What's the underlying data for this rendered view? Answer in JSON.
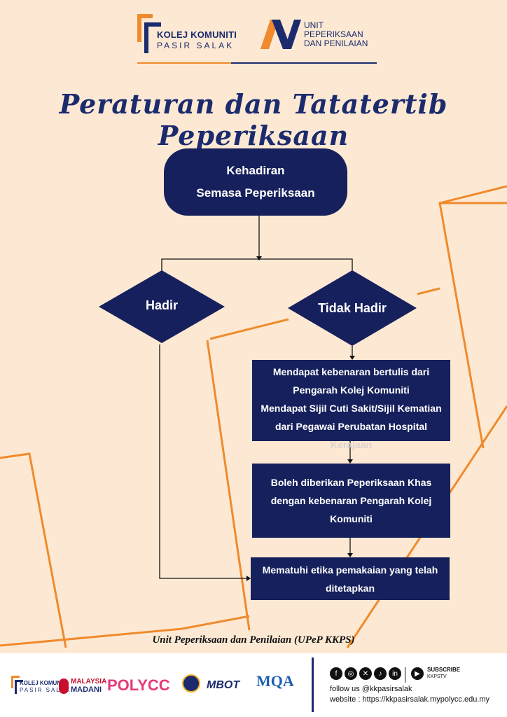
{
  "header": {
    "college_line1": "KOLEJ KOMUNITI",
    "college_line2": "PASIR SALAK",
    "unit_line1": "UNIT",
    "unit_line2": "PEPERIKSAAN",
    "unit_line3": "DAN PENILAIAN"
  },
  "title": "Peraturan dan Tatatertib Peperiksaan",
  "flowchart": {
    "start_line1": "Kehadiran",
    "start_line2": "Semasa Peperiksaan",
    "decision_present": "Hadir",
    "decision_absent": "Tidak Hadir",
    "step1_line1": "Mendapat kebenaran bertulis dari",
    "step1_line2": "Pengarah Kolej Komuniti",
    "step1_line3": "Mendapat Sijil Cuti Sakit/Sijil Kematian",
    "step1_line4": "dari Pegawai Perubatan Hospital",
    "step1_line5": "Kerajaan",
    "step2_line1": "Boleh diberikan Peperiksaan Khas",
    "step2_line2": "dengan kebenaran Pengarah Kolej",
    "step2_line3": "Komuniti",
    "step3_line1": "Mematuhi etika pemakaian yang telah",
    "step3_line2": "ditetapkan"
  },
  "footer": {
    "caption": "Unit Peperiksaan dan Penilaian (UPeP KKPS)",
    "logo_kk1": "KOLEJ KOMUNITI",
    "logo_kk2": "PASIR SALAK",
    "logo_madani1": "MALAYSIA",
    "logo_madani2": "MADANI",
    "logo_polycc": "POLYCC",
    "logo_mbot": "MBOT",
    "logo_mqa": "MQA",
    "subscribe": "SUBSCRIBE",
    "channel": "KKPSTV",
    "follow": "follow us @kkpasirsalak",
    "website": "website : https://kkpasirsalak.mypolycc.edu.my",
    "social_icons": [
      "facebook-icon",
      "instagram-icon",
      "x-icon",
      "tiktok-icon",
      "linkedin-icon",
      "youtube-icon"
    ]
  },
  "colors": {
    "background": "#fde9d3",
    "navy": "#16205c",
    "orange": "#f08a2c"
  }
}
